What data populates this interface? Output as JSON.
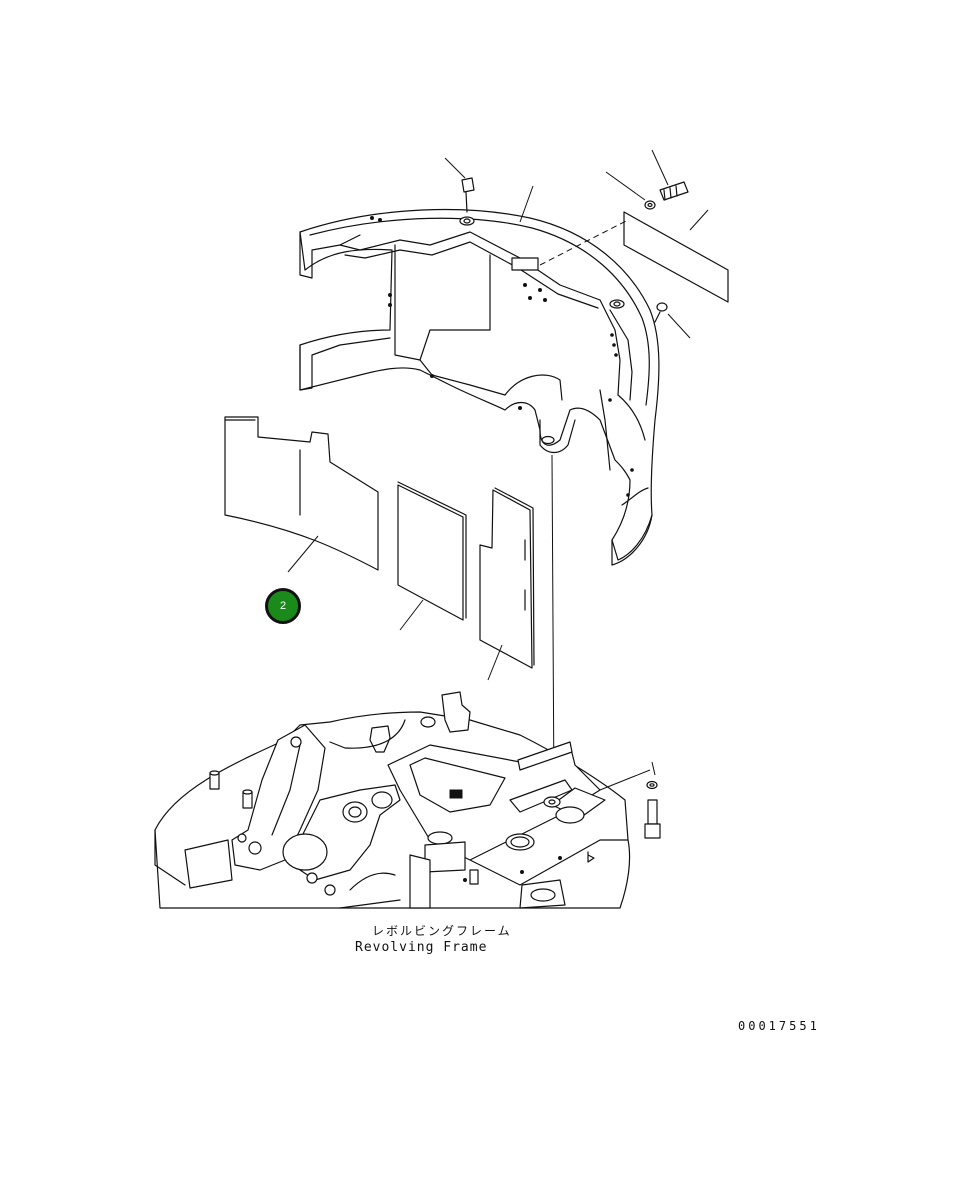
{
  "diagram": {
    "caption_jp": "レボルビングフレーム",
    "caption_en": "Revolving Frame",
    "drawing_number": "00017551",
    "callouts": [
      {
        "label": "2",
        "color": "#1a8a1a"
      }
    ]
  }
}
